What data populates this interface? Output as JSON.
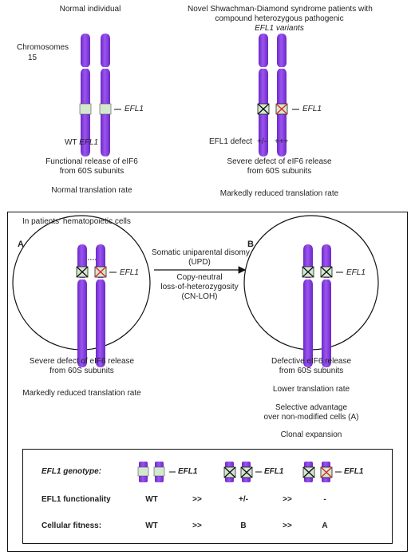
{
  "top": {
    "normal_title": "Normal individual",
    "novel_title_1": "Novel Shwachman-Diamond syndrome patients with",
    "novel_title_2": "compound heterozygous pathogenic",
    "novel_title_3": "EFL1 variants",
    "chromosomes_label_1": "Chromosomes",
    "chromosomes_label_2": "15",
    "gene_label": "EFL1",
    "wt_label_prefix": "WT",
    "wt_label_gene": "EFL1",
    "efl1_defect_label": "EFL1 defect",
    "defect_left": "+/-",
    "defect_right": "+++",
    "normal_outcome_1": "Functional release of eIF6",
    "normal_outcome_2": "from 60S subunits",
    "normal_outcome_3": "Normal translation rate",
    "patient_outcome_1": "Severe defect of eIF6 release",
    "patient_outcome_2": "from 60S subunits",
    "patient_outcome_3": "Markedly reduced translation rate"
  },
  "panel": {
    "header": "In patients' hematopoietic cells",
    "label_a": "A",
    "label_b": "B",
    "arrow_text_1": "Somatic uniparental disomy",
    "arrow_text_2": "(UPD)",
    "arrow_text_3": "Copy-neutral",
    "arrow_text_4": "loss-of-heterozygosity",
    "arrow_text_5": "(CN-LOH)",
    "a_outcome_1": "Severe defect of eIF6 release",
    "a_outcome_2": "from 60S subunits",
    "a_outcome_3": "Markedly reduced translation rate",
    "b_outcome_1": "Defective eIF6 release",
    "b_outcome_2": "from 60S subunits",
    "b_outcome_3": "Lower translation rate",
    "b_outcome_4": "Selective advantage",
    "b_outcome_5": "over non-modified cells (A)",
    "b_outcome_6": "Clonal expansion"
  },
  "legend": {
    "genotype_label": "EFL1 genotype:",
    "functionality_label": "EFL1 functionality",
    "fitness_label": "Cellular fitness:",
    "gene_label": "EFL1",
    "func_values": [
      "WT",
      ">>",
      "+/-",
      ">>",
      "-"
    ],
    "fit_values": [
      "WT",
      ">>",
      "B",
      ">>",
      "A"
    ]
  },
  "colors": {
    "chromosome": "#8a3fe0",
    "chromosome_dark": "#6a22c0",
    "wt_band": "#d4e8d0",
    "mutant_x_black": "#111111",
    "mutant_x_red": "#e02020"
  }
}
